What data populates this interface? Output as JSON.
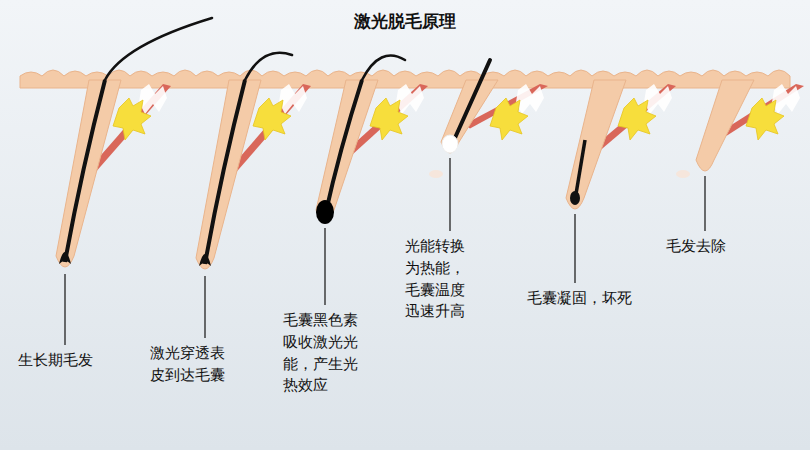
{
  "diagram": {
    "title": "激光脱毛原理",
    "labels": [
      "生长期毛发",
      "激光穿透表 皮到达毛囊",
      "毛囊黑色素 吸收激光光 能，产生光 热效应",
      "光能转换 为热能， 毛囊温度 迅速升高",
      "毛囊凝固，坏死",
      "毛发去除"
    ]
  }
}
